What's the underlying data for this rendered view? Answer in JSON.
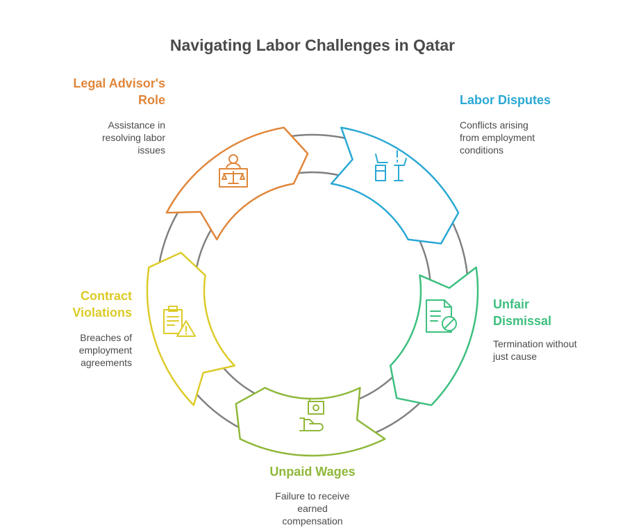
{
  "title": "Navigating Labor Challenges in Qatar",
  "colors": {
    "legal": "#e0863a",
    "disputes": "#2aa8d4",
    "dismissal": "#3dbf7f",
    "wages": "#8fb83a",
    "violations": "#dccb28",
    "ring": "#808080"
  },
  "items": [
    {
      "heading_line1": "Legal Advisor's",
      "heading_line2": "Role",
      "desc_line1": "Assistance in",
      "desc_line2": "resolving labor",
      "desc_line3": "issues",
      "icon": "justice-scale-person-icon"
    },
    {
      "heading_line1": "Labor Disputes",
      "heading_line2": "",
      "desc_line1": "Conflicts arising",
      "desc_line2": "from employment",
      "desc_line3": "conditions",
      "icon": "dispute-desks-icon"
    },
    {
      "heading_line1": "Unfair",
      "heading_line2": "Dismissal",
      "desc_line1": "Termination without",
      "desc_line2": "just cause",
      "desc_line3": "",
      "icon": "document-prohibited-icon"
    },
    {
      "heading_line1": "Unpaid Wages",
      "heading_line2": "",
      "desc_line1": "Failure to receive",
      "desc_line2": "earned",
      "desc_line3": "compensation",
      "icon": "hand-money-icon"
    },
    {
      "heading_line1": "Contract",
      "heading_line2": "Violations",
      "desc_line1": "Breaches of",
      "desc_line2": "employment",
      "desc_line3": "agreements",
      "icon": "clipboard-warning-icon"
    }
  ]
}
